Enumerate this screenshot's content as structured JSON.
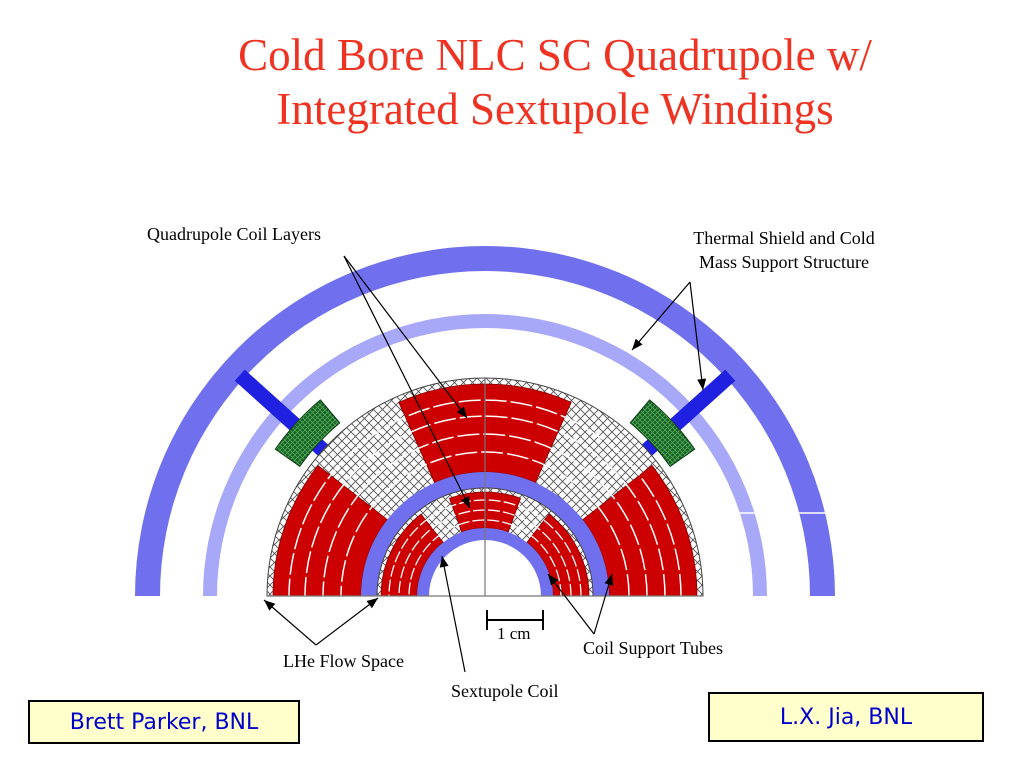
{
  "title": {
    "line1": "Cold Bore NLC SC Quadrupole w/",
    "line2": "Integrated Sextupole Windings"
  },
  "labels": {
    "quad_coil_layers": "Quadrupole Coil Layers",
    "thermal_shield_line1": "Thermal Shield and Cold",
    "thermal_shield_line2": "Mass Support Structure",
    "lhe_flow_space": "LHe Flow Space",
    "sextupole_coil": "Sextupole Coil",
    "coil_support_tubes": "Coil Support Tubes",
    "scale_bar": "1 cm"
  },
  "credits": {
    "left": "Brett Parker, BNL",
    "right": "L.X. Jia, BNL"
  },
  "colors": {
    "title": "#ee3322",
    "coil_red": "#cc0000",
    "support_blue": "#7070ee",
    "shield_light_blue": "#a8a8f8",
    "strut_blue": "#2020e0",
    "mass_support_green": "#1a5c2a",
    "credit_box": "#ffffcc",
    "credit_text": "#0000cc"
  }
}
